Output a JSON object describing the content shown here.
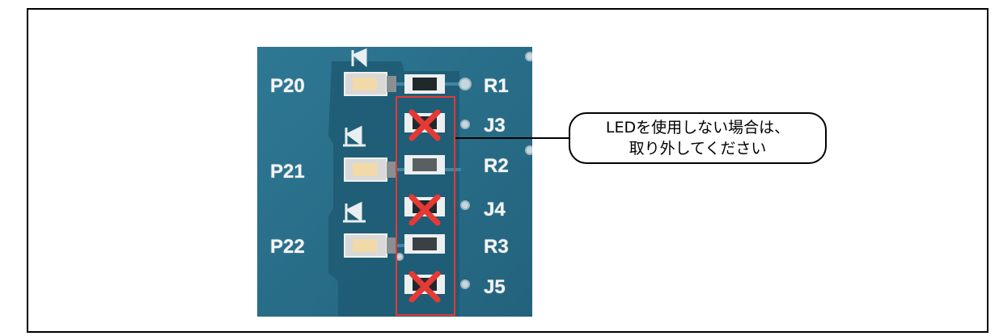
{
  "figure": {
    "photo": {
      "led_labels": [
        "P20",
        "P21",
        "P22"
      ],
      "component_labels": [
        "R1",
        "J3",
        "R2",
        "J4",
        "R3",
        "J5"
      ],
      "removed_components": [
        "J3",
        "J4",
        "J5"
      ]
    },
    "callout": {
      "line1": "LEDを使用しない場合は、",
      "line2": "取り外してください"
    },
    "colors": {
      "board": "#2a6f8a",
      "highlight": "#e53935",
      "cross": "#e53935"
    }
  }
}
